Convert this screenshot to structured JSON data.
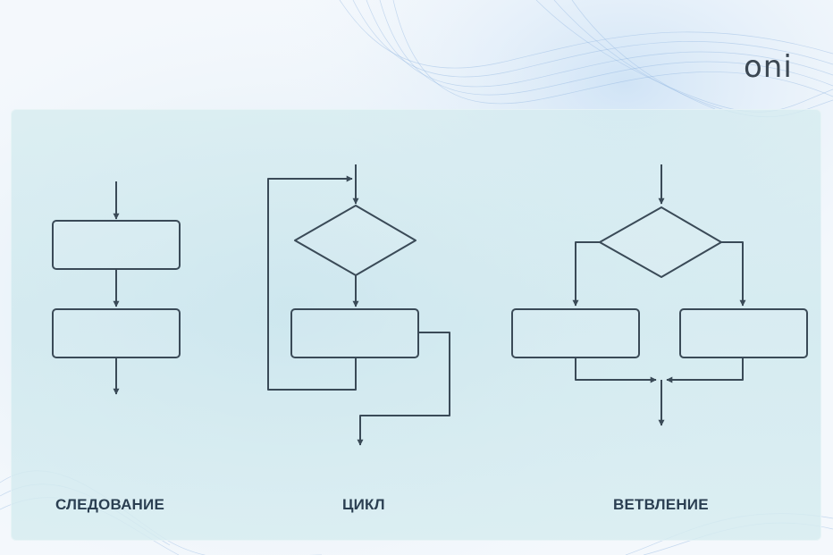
{
  "brand": {
    "logo_text": "oni"
  },
  "captions": {
    "sequence": "СЛЕДОВАНИЕ",
    "loop": "ЦИКЛ",
    "branch": "ВЕТВЛЕНИЕ"
  },
  "colors": {
    "stroke": "#3a4a57",
    "caption": "#2b3f52",
    "panel": "#d3eaef"
  }
}
